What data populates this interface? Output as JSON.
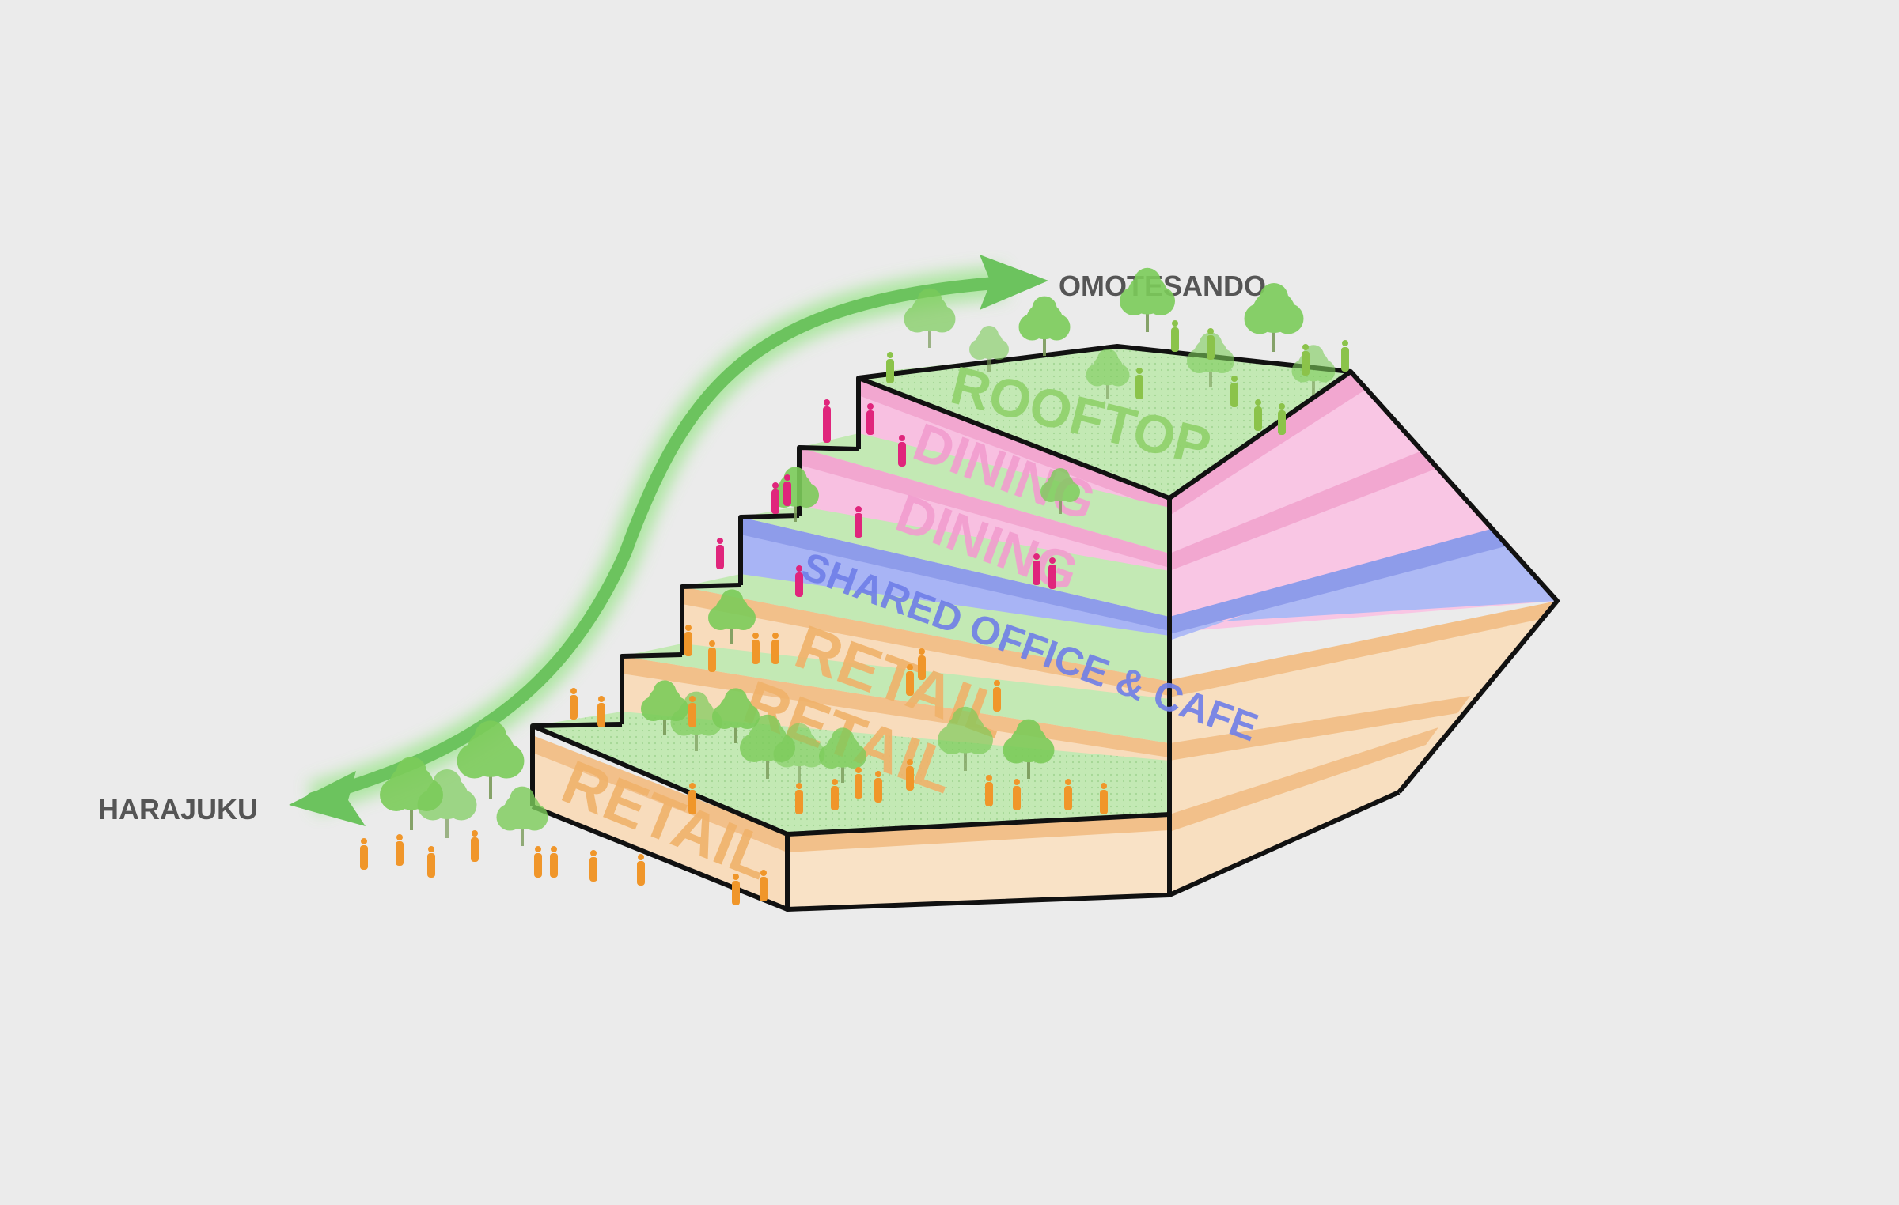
{
  "labels": {
    "origin": "HARAJUKU",
    "destination": "OMOTESANDO"
  },
  "floors": {
    "rooftop": "ROOFTOP",
    "dining_upper": "DINING",
    "dining_lower": "DINING",
    "office": "SHARED OFFICE & CAFE",
    "retail_upper": "RETAIL",
    "retail_middle": "RETAIL",
    "retail_lower": "RETAIL"
  },
  "colors": {
    "background": "#ebebeb",
    "rooftop": "#8fd16a",
    "dining": "#f7b8dc",
    "office": "#9aa8f2",
    "retail": "#f6d9b2",
    "terrace": "#bfe6b0",
    "flow_arrow": "#6cc35e",
    "people_retail": "#f0962a",
    "people_dining": "#e0257c",
    "people_rooftop": "#8bc34a",
    "outline": "#111111"
  },
  "icons": {
    "flow": "flow-arrow-icon",
    "tree": "tree-icon",
    "person": "person-icon"
  }
}
